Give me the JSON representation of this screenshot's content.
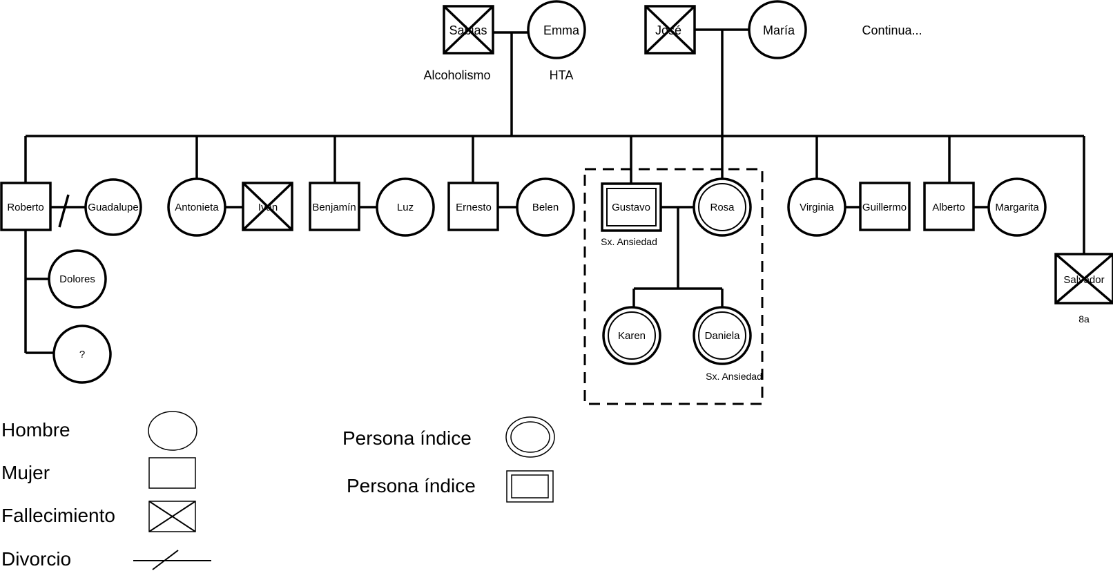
{
  "people": {
    "sabias": "Sabias",
    "emma": "Emma",
    "jose": "José",
    "maria": "María",
    "roberto": "Roberto",
    "guadalupe": "Guadalupe",
    "antonieta": "Antonieta",
    "ivan": "Iván",
    "benjamin": "Benjamín",
    "luz": "Luz",
    "ernesto": "Ernesto",
    "belen": "Belen",
    "gustavo": "Gustavo",
    "rosa": "Rosa",
    "virginia": "Virginia",
    "guillermo": "Guillermo",
    "alberto": "Alberto",
    "margarita": "Margarita",
    "salvador": "Salvador",
    "dolores": "Dolores",
    "unknown": "?",
    "karen": "Karen",
    "daniela": "Daniela"
  },
  "notes": {
    "sabias": "Alcoholismo",
    "emma": "HTA",
    "continua": "Continua...",
    "gustavo": "Sx. Ansiedad",
    "daniela": "Sx. Ansiedad",
    "salvador": "8a"
  },
  "legend": {
    "hombre": "Hombre",
    "mujer": "Mujer",
    "fallecimiento": "Fallecimiento",
    "divorcio": "Divorcio",
    "indice_circle": "Persona índice",
    "indice_square": "Persona índice"
  }
}
